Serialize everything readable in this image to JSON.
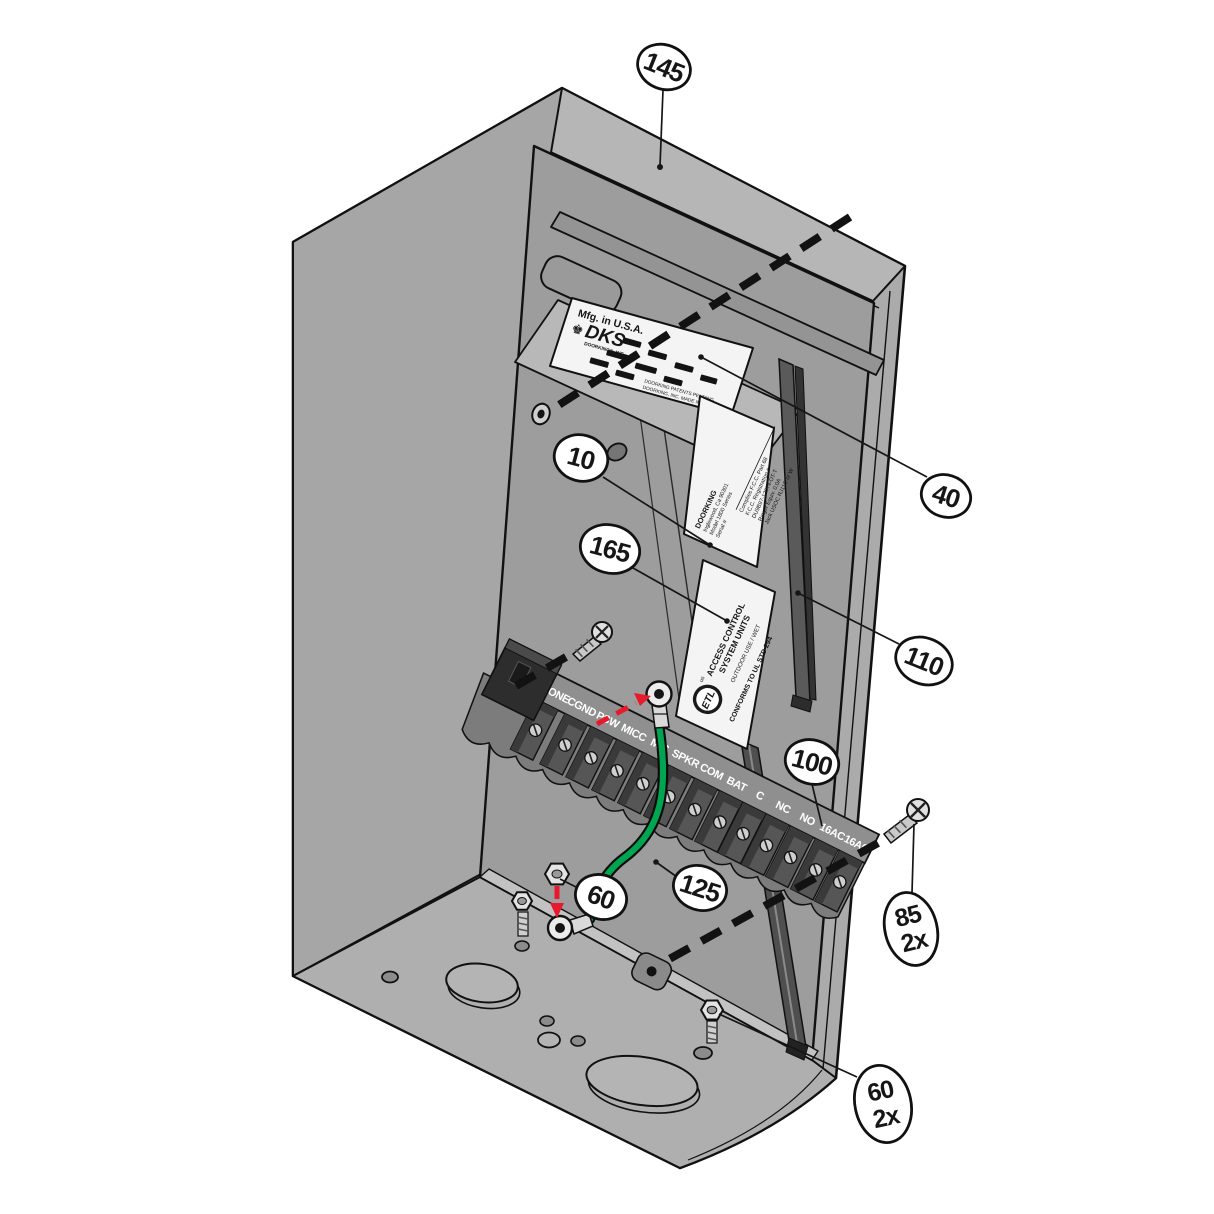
{
  "callouts": {
    "c145": {
      "label": "145"
    },
    "c40": {
      "label": "40"
    },
    "c10": {
      "label": "10"
    },
    "c165": {
      "label": "165"
    },
    "c110": {
      "label": "110"
    },
    "c100": {
      "label": "100"
    },
    "c125": {
      "label": "125"
    },
    "c60": {
      "label": "60"
    },
    "c85": {
      "label": "85",
      "qty": "2x"
    },
    "c60b": {
      "label": "60",
      "qty": "2x"
    }
  },
  "terminal_strip": {
    "labels": [
      "PHONE",
      "CGND",
      "PSW",
      "MICC",
      "MIC",
      "SPKR",
      "COM",
      "BAT",
      "C",
      "NC",
      "NO",
      "16AC",
      "16AC"
    ]
  },
  "top_label": {
    "mfg": "Mfg. in U.S.A.",
    "crown": "♚",
    "logo": "DKS",
    "company": "DOORKING®, INC.",
    "footer1": "DOORKING PATENTS PENDING",
    "footer2": "DOORKING, INC.  MADE IN U.S.A."
  },
  "fcc_label": {
    "lines": [
      "DOORKING",
      "Inglewood, Ca 90301",
      "Model 1800 Series",
      "Serial #",
      "Complies F.C.C. Part 68",
      "F.C.C. Registration #",
      "DU9B97-12874-OT-T",
      "Ringer Equiv. 0.0A",
      "Jack USOC RJ11C or W"
    ]
  },
  "etl_label": {
    "lines": [
      "ACCESS CONTROL",
      "SYSTEM UNITS",
      "OUTDOOR USE / WET",
      "CONFORMS TO UL STD 294"
    ],
    "mark": "ETL",
    "mark_suffix": "us"
  },
  "colors": {
    "ground_wire": "#00A551",
    "indicator_red": "#E8192C",
    "enclosure_gray": "#ABABAB"
  }
}
